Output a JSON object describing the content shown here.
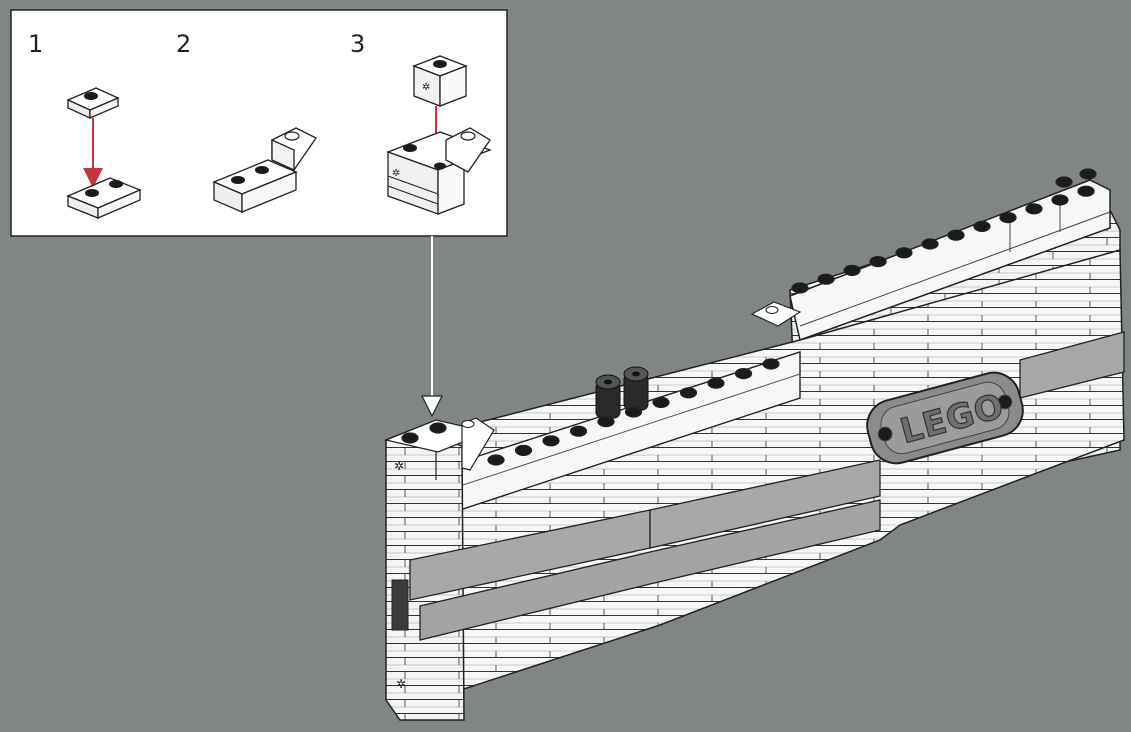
{
  "background_color": "#7f8685",
  "callout": {
    "steps": [
      {
        "number": "1"
      },
      {
        "number": "2"
      },
      {
        "number": "3"
      }
    ],
    "arrow_color": "#c8323c"
  },
  "model": {
    "logo_text": "LEGO",
    "brick_color": "#f4f4f2",
    "trim_color": "#a7a9a8",
    "stud_dark_color": "#1b1b1b"
  },
  "icons": [
    "connector-arrow-icon",
    "stud-icon",
    "technic-pin-icon"
  ]
}
